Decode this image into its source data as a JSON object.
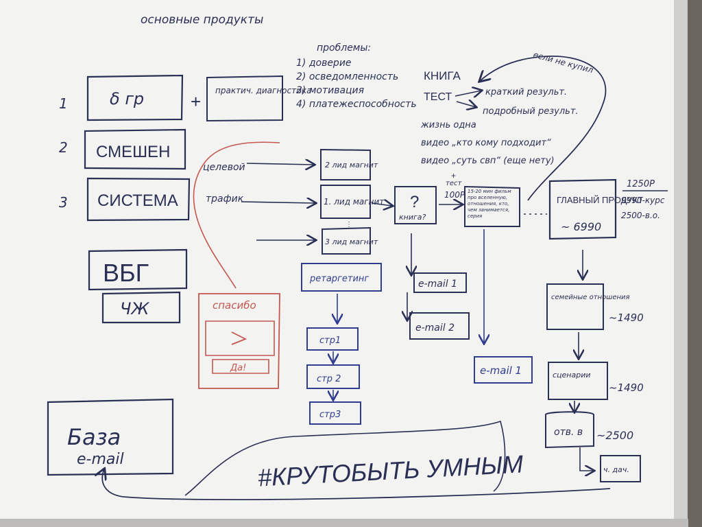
{
  "header": {
    "title": "основные продукты"
  },
  "products": [
    {
      "number": "1",
      "box_label": "δ гр",
      "side_box_label": "практич. диагностика"
    },
    {
      "number": "2",
      "box_label": "СМЕШЕН"
    },
    {
      "number": "3",
      "box_label": "СИСТЕМА"
    },
    {
      "box_label": "ВБГ"
    },
    {
      "box_label": "ЧЖ"
    }
  ],
  "problems": {
    "heading": "проблемы:",
    "items": [
      "1) доверие",
      "2) осведомленность",
      "3) мотивация",
      "4) платежеспособность"
    ]
  },
  "book": {
    "title": "КНИГА",
    "test_label": "ТЕСТ",
    "results": [
      "краткий результ.",
      "подробный результ."
    ],
    "lines": [
      "жизнь одна",
      "видео „кто кому подходит“",
      "видео „суть свп“ (еще нету)"
    ],
    "loop_label": "если не купил"
  },
  "sources": [
    "целевой",
    "трафик"
  ],
  "lead_magnets": [
    "2 лид магнит",
    "1. лид магнит",
    "3 лид магнит"
  ],
  "thanks": {
    "title": "спасибо",
    "button": "Да!"
  },
  "retargeting": {
    "label": "ретаргетинг",
    "pages": [
      "стр1",
      "стр 2",
      "стр3"
    ]
  },
  "funnel": {
    "question_mark": "?",
    "question_label": "книга?",
    "test_price_label": "тест",
    "test_price": "100Р",
    "result_box": "15-20 мин фильм про вселенную, отношения, кто, чем занимается, серия",
    "main_product_label": "ГЛАВНЫЙ ПРОДУКТ",
    "main_product_price": "~ 6990",
    "price_options": [
      "1250Р",
      "9990-курс",
      "2500-в.о."
    ],
    "emails": [
      "e-mail 1",
      "e-mail 2",
      "e-mail 1"
    ]
  },
  "upsells": [
    {
      "label": "семейные отношения",
      "price": "~1490"
    },
    {
      "label": "сценарии",
      "price": "~1490"
    },
    {
      "label": "отв. в",
      "price": "~2500"
    },
    {
      "label": "ч. дач."
    }
  ],
  "database": {
    "title": "База",
    "subtitle": "e-mail"
  },
  "slogan": "#КРУТОБЫТЬ УМНЫМ"
}
